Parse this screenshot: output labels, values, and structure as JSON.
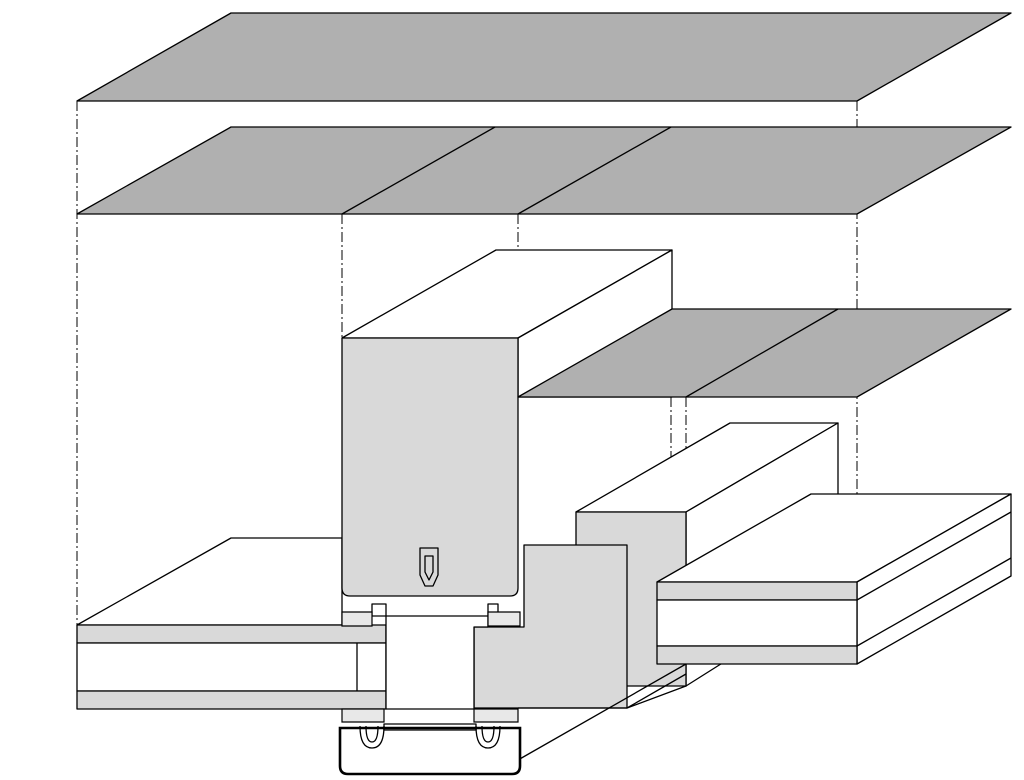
{
  "figure": {
    "kind": "exploded isometric section of a mullion / transom glazing frame",
    "colors": {
      "glass": "#b0b0b0",
      "section": "#d9d9d9",
      "background": "#ffffff",
      "line": "#000000"
    },
    "parts": [
      "top-glass-pane",
      "middle-glass-pane-split",
      "right-glass-pane-split",
      "mullion-block",
      "transom-blocks",
      "insulated-panels",
      "pressure-plate-profile"
    ]
  }
}
